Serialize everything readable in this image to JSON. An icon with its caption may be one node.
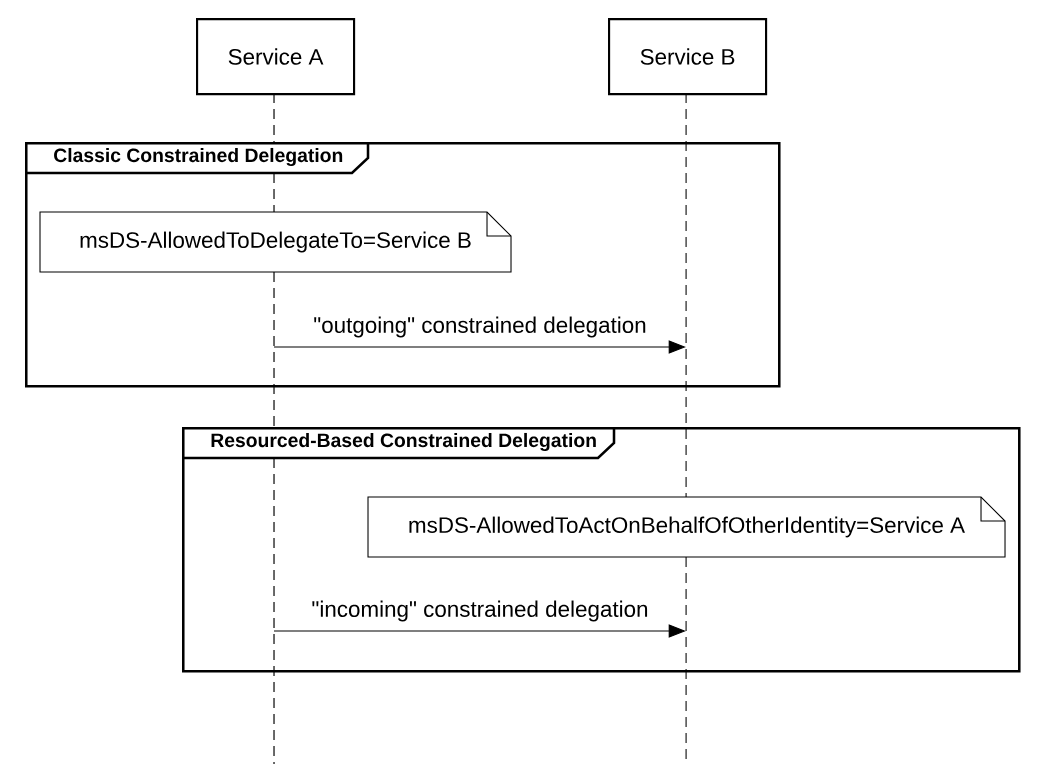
{
  "diagram": {
    "nodes": [
      {
        "text": [
          "Service A"
        ]
      },
      {
        "text": [
          "Service B"
        ]
      },
      {
        "text": [
          "Classic Constrained Delegation"
        ]
      },
      {
        "text": [
          "msDS-AllowedToDelegateTo=Service B"
        ],
        "in": 2
      },
      {
        "text": [
          "Resourced-Based Constrained Delegation"
        ]
      },
      {
        "text": [
          "msDS-AllowedToActOnBehalfOfOtherIdentity=Service A"
        ],
        "in": 4
      },
      {
        "text": [],
        "shape": "line"
      },
      {
        "text": [],
        "shape": "line"
      }
    ],
    "edges": [
      {
        "from": 6,
        "to": 7,
        "arrow": "to",
        "label": "\"outgoing\" constrained delegation"
      },
      {
        "from": 6,
        "to": 7,
        "arrow": "to",
        "label": "\"incoming\" constrained delegation"
      }
    ]
  }
}
